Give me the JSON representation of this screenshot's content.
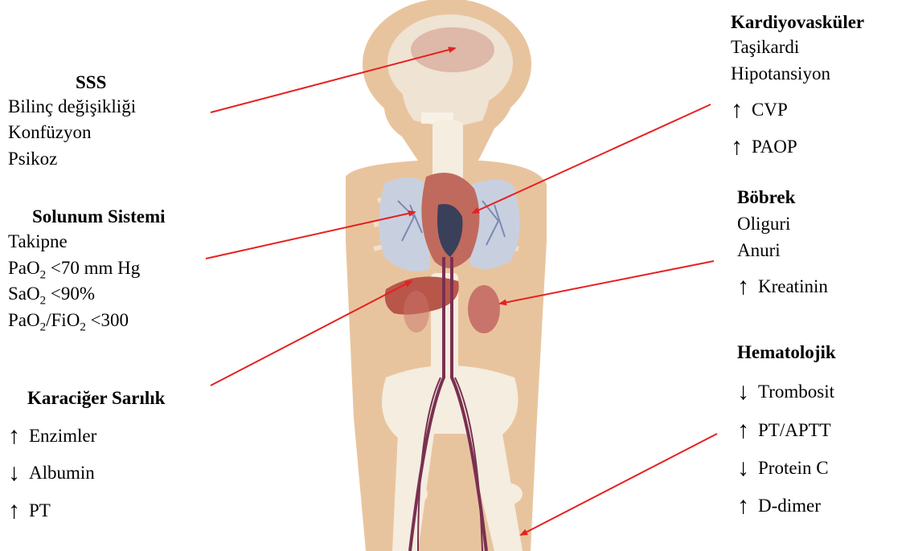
{
  "colors": {
    "pointer": "#e62020",
    "body_silhouette": "#e8c49e",
    "bone": "#f4ede0",
    "lung": "#c8d0e0",
    "organ_red": "#b8564a",
    "vessel": "#7a3050"
  },
  "sss": {
    "title": "SSS",
    "items": [
      "Bilinç değişikliği",
      "Konfüzyon",
      "Psikoz"
    ]
  },
  "solunum": {
    "title": "Solunum Sistemi",
    "takipne": "Takipne",
    "pao2_prefix": "PaO",
    "pao2_sub": "2",
    "pao2_value": " <70 mm Hg",
    "sao2_prefix": "SaO",
    "sao2_sub": "2",
    "sao2_value": " <90%",
    "ratio_a": "PaO",
    "ratio_a_sub": "2",
    "ratio_mid": "/FiO",
    "ratio_b_sub": "2",
    "ratio_value": " <300"
  },
  "karaciger": {
    "title": "Karaciğer Sarılık",
    "items": [
      {
        "arrow": "↑",
        "text": "Enzimler"
      },
      {
        "arrow": "↓",
        "text": "Albumin"
      },
      {
        "arrow": "↑",
        "text": "PT"
      }
    ]
  },
  "kardiyo": {
    "title": "Kardiyovasküler",
    "items": [
      "Taşikardi",
      "Hipotansiyon"
    ],
    "arrow_items": [
      {
        "arrow": "↑",
        "text": "CVP"
      },
      {
        "arrow": "↑",
        "text": "PAOP"
      }
    ]
  },
  "bobrek": {
    "title": "Böbrek",
    "items": [
      "Oliguri",
      "Anuri"
    ],
    "arrow_items": [
      {
        "arrow": "↑",
        "text": "Kreatinin"
      }
    ]
  },
  "hematolojik": {
    "title": "Hematolojik",
    "items": [
      {
        "arrow": "↓",
        "text": "Trombosit"
      },
      {
        "arrow": "↑",
        "text": "PT/APTT"
      },
      {
        "arrow": "↓",
        "text": "Protein C"
      },
      {
        "arrow": "↑",
        "text": "D-dimer"
      }
    ]
  }
}
